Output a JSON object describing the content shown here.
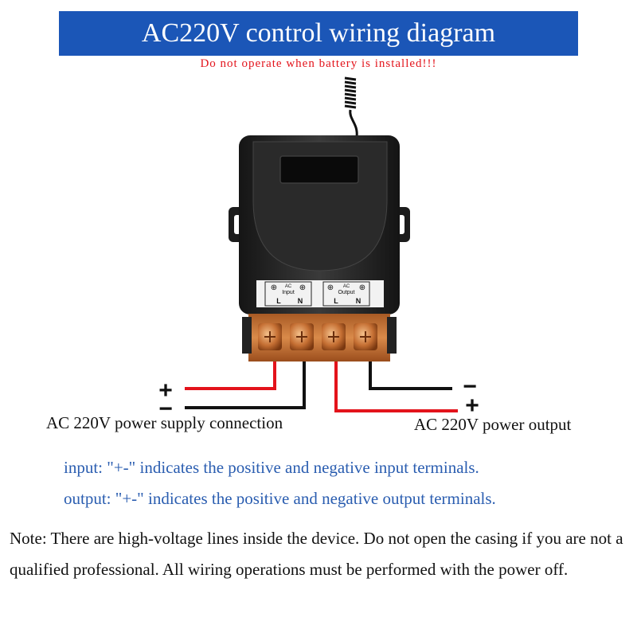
{
  "title": "AC220V control wiring diagram",
  "warning": "Do not operate when battery is installed!!!",
  "device": {
    "input_group_label": [
      "AC",
      "Input"
    ],
    "output_group_label": [
      "AC",
      "Output"
    ],
    "terminal_labels": [
      "L",
      "N",
      "L",
      "N"
    ],
    "earth_symbol": "⊕"
  },
  "wiring": {
    "left_plus": "+",
    "left_minus": "−",
    "right_minus": "−",
    "right_plus": "+",
    "supply_label": "AC 220V power supply connection",
    "output_label": "AC 220V power output"
  },
  "info": {
    "line1": "input: \"+-\" indicates the positive and negative input terminals.",
    "line2": "output: \"+-\" indicates the positive and negative output terminals."
  },
  "note": "Note: There are high-voltage lines inside the device. Do not open the casing if you are not a qualified professional. All wiring operations must be performed with the power off.",
  "colors": {
    "title_bar": "#1b56b7",
    "warning_text": "#e3131b",
    "info_text": "#2a5db0",
    "wire_red": "#e3131b",
    "wire_black": "#111111",
    "terminal_copper": "#c9743a"
  }
}
